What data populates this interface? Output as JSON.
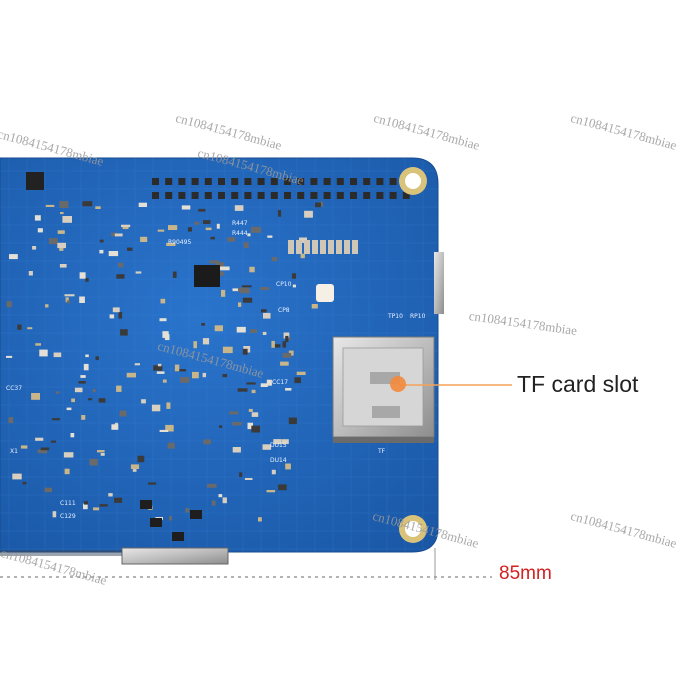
{
  "callout": {
    "label": "TF card slot",
    "dot_color": "#f28a3c",
    "line_color": "#f5a15c"
  },
  "dimension": {
    "label": "85mm",
    "color": "#d32020"
  },
  "watermarks": [
    "cn1084154178mbiae",
    "cn1084154178mbiae",
    "cn1084154178mbiae",
    "cn1084154178mbiae",
    "cn1084154178mbiae",
    "cn1084154178mbiae",
    "cn1084154178mbiae",
    "cn1084154178mbiae",
    "cn1084154178mbiae",
    "cn1084154178mbiae"
  ],
  "board": {
    "pcb_color": "#1f63b8",
    "silkscreen_labels": [
      "TF",
      "RP10",
      "TP10",
      "CP10",
      "X1",
      "CC37",
      "CC17",
      "DU15",
      "DU14",
      "CP8",
      "R447",
      "R444",
      "R90495",
      "C111",
      "C129"
    ]
  }
}
